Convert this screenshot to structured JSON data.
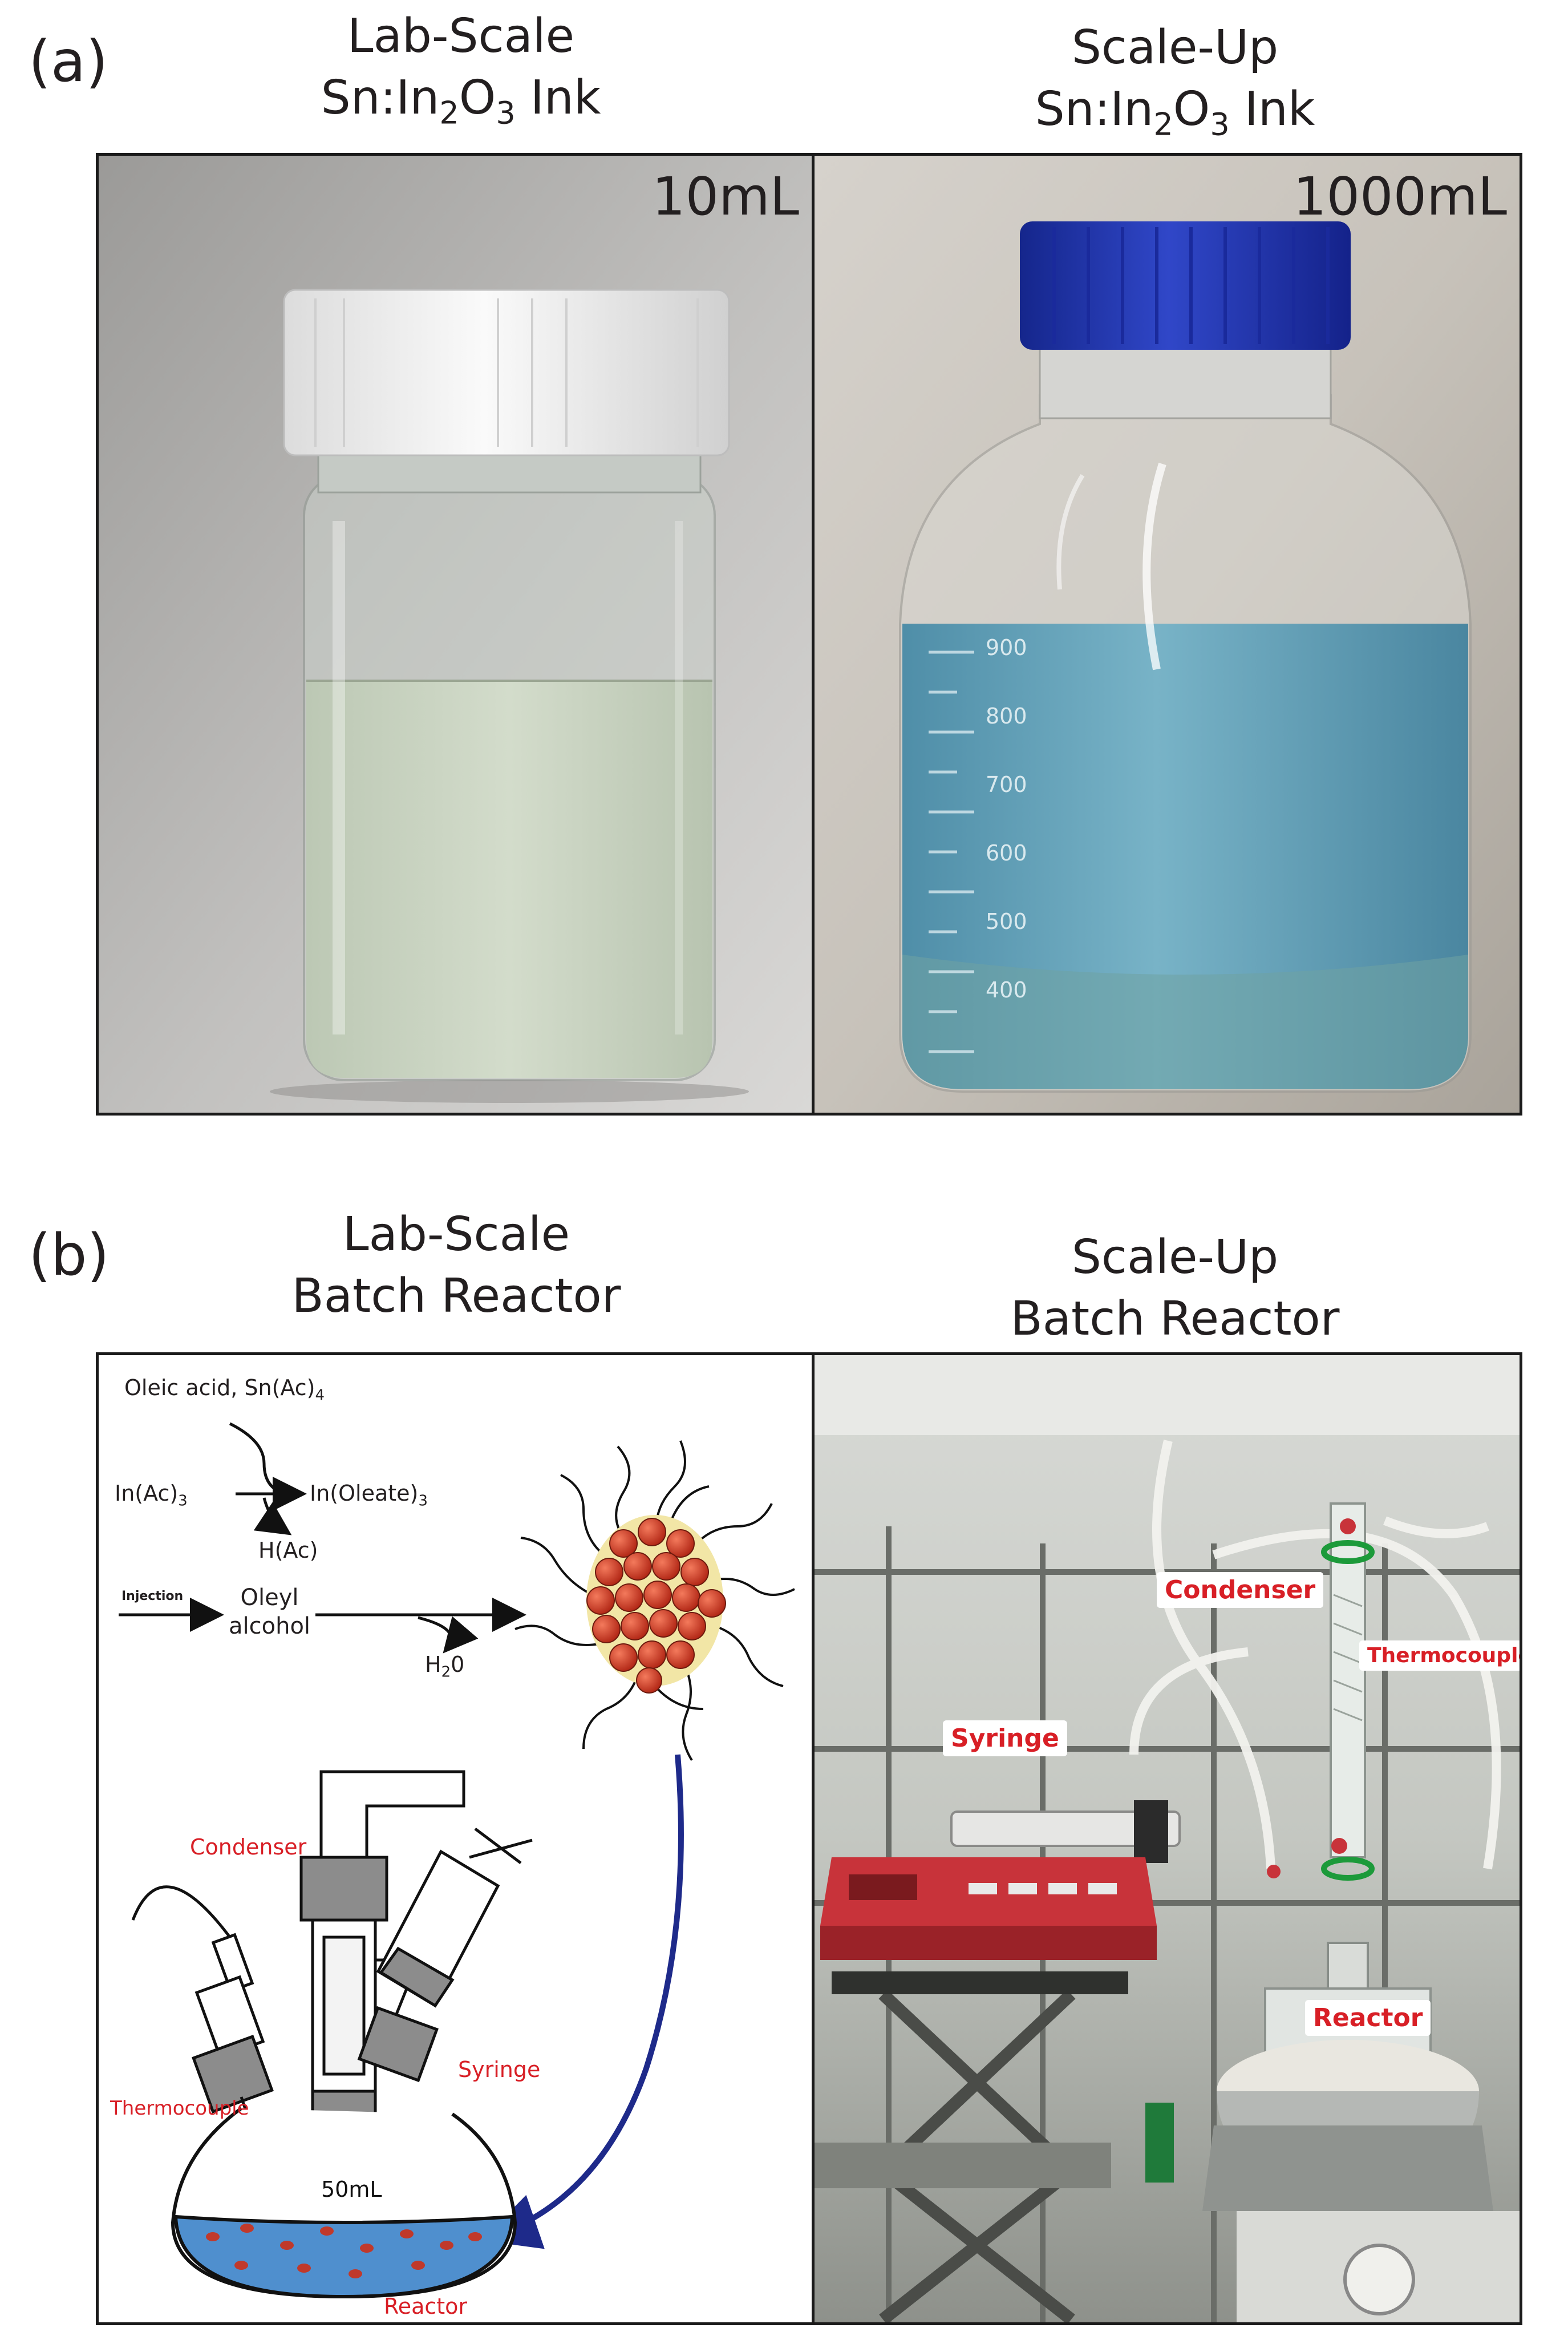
{
  "panel_a": {
    "letter": "(a)",
    "left_heading": {
      "line1": "Lab-Scale",
      "line2_prefix": "Sn:In",
      "sub1": "2",
      "mid": "O",
      "sub2": "3",
      "suffix": " Ink"
    },
    "right_heading": {
      "line1": "Scale-Up",
      "line2_prefix": "Sn:In",
      "sub1": "2",
      "mid": "O",
      "sub2": "3",
      "suffix": " Ink"
    },
    "left_volume": "10mL",
    "right_volume": "1000mL",
    "graduations": [
      "900",
      "800",
      "700",
      "600",
      "500",
      "400"
    ]
  },
  "panel_b": {
    "letter": "(b)",
    "left_heading": {
      "line1": "Lab-Scale",
      "line2": "Batch Reactor"
    },
    "right_heading": {
      "line1": "Scale-Up",
      "line2": "Batch Reactor"
    },
    "scheme": {
      "reagents": "Oleic acid, Sn(Ac)",
      "reagents_sub": "4",
      "reactant": "In(Ac)",
      "reactant_sub": "3",
      "product": "In(Oleate)",
      "product_sub": "3",
      "byproduct": "H(Ac)",
      "injection": "Injection",
      "oleyl_line1": "Oleyl",
      "oleyl_line2": "alcohol",
      "water": "H",
      "water_sub": "2",
      "water_suffix": "0"
    },
    "diagram_labels": {
      "condenser": "Condenser",
      "syringe": "Syringe",
      "thermocouple": "Thermocouple",
      "flask_volume": "50mL",
      "reactor": "Reactor"
    },
    "photo_labels": {
      "condenser": "Condenser",
      "thermocouple": "Thermocouple",
      "syringe": "Syringe",
      "reactor": "Reactor"
    }
  },
  "colors": {
    "label_red": "#d81f26",
    "arrow_blue": "#1e2a8a",
    "ink_blue": "#5b9bb5",
    "cap_blue": "#1f35b0",
    "pump_red": "#c8333a"
  }
}
